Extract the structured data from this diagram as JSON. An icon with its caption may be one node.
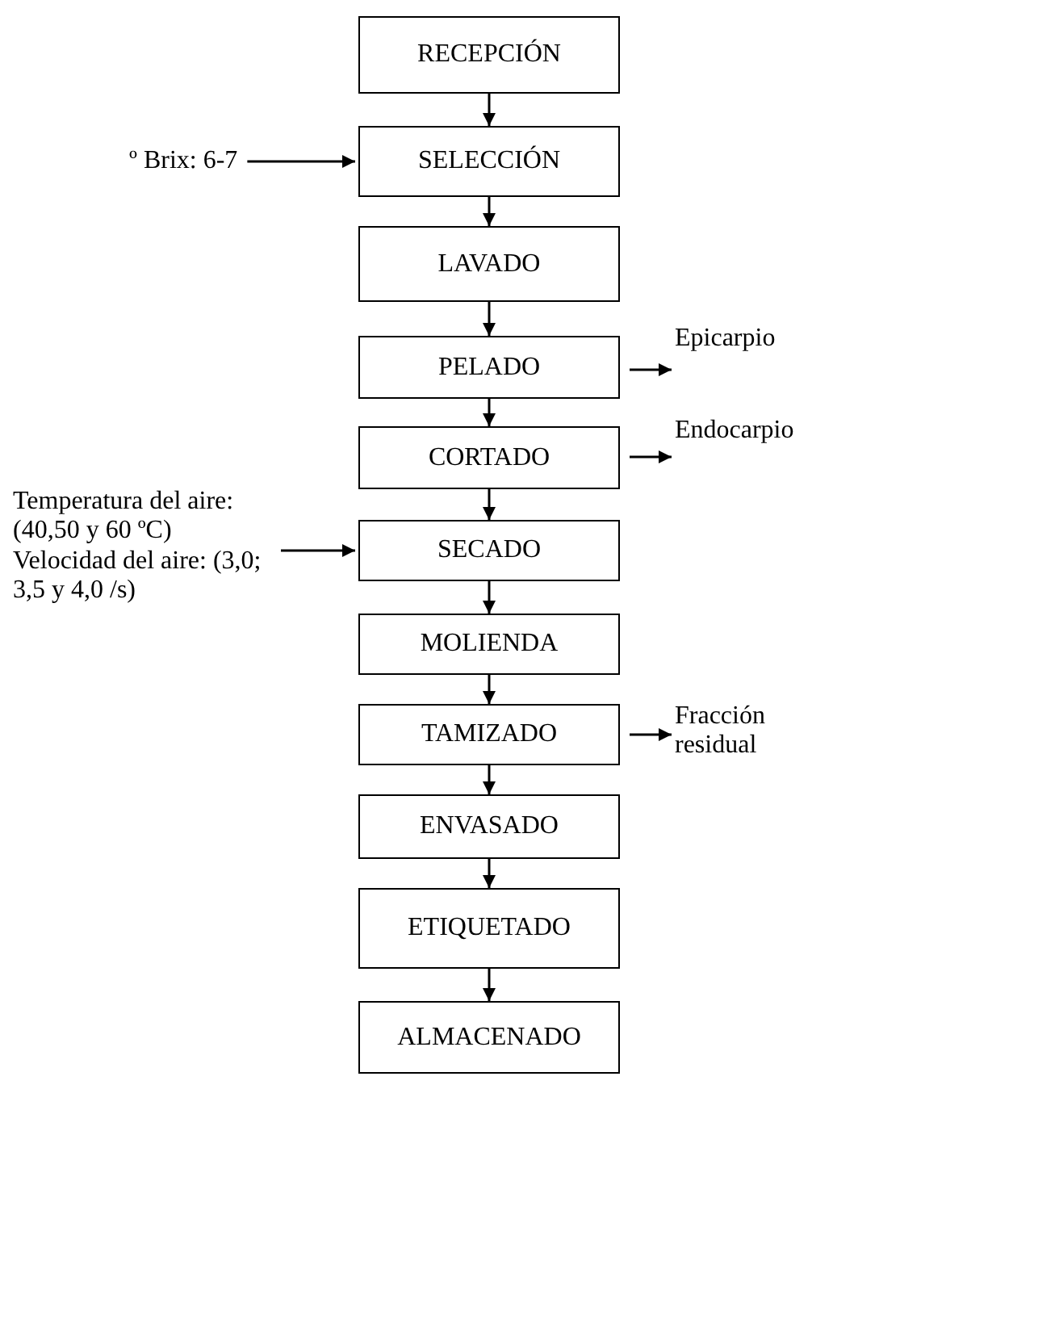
{
  "diagram": {
    "nodes": [
      {
        "text": [
          "RECEPCIÓN"
        ]
      },
      {
        "text": [
          "SELECCIÓN"
        ]
      },
      {
        "text": [
          "LAVADO"
        ]
      },
      {
        "text": [
          "PELADO"
        ]
      },
      {
        "text": [
          "CORTADO"
        ]
      },
      {
        "text": [
          "SECADO"
        ]
      },
      {
        "text": [
          "MOLIENDA"
        ]
      },
      {
        "text": [
          "TAMIZADO"
        ]
      },
      {
        "text": [
          "ENVASADO"
        ]
      },
      {
        "text": [
          "ETIQUETADO"
        ]
      },
      {
        "text": [
          "ALMACENADO"
        ]
      },
      {
        "text": [
          "º Brix: 6-7"
        ]
      },
      {
        "text": [
          "Temperatura del aire: (40,50 y 60 ºC)",
          "Velocidad del aire: (3,0; 3,5 y 4,0 /s)"
        ]
      },
      {
        "text": [
          "Epicarpio"
        ]
      },
      {
        "text": [
          "Endocarpio"
        ]
      },
      {
        "text": [
          "Fracción residual"
        ]
      }
    ],
    "edges": [
      {
        "from": 0,
        "to": 1,
        "arrow": "to"
      },
      {
        "from": 1,
        "to": 2,
        "arrow": "to"
      },
      {
        "from": 2,
        "to": 3,
        "arrow": "to"
      },
      {
        "from": 3,
        "to": 4,
        "arrow": "to"
      },
      {
        "from": 4,
        "to": 5,
        "arrow": "to"
      },
      {
        "from": 5,
        "to": 6,
        "arrow": "to"
      },
      {
        "from": 6,
        "to": 7,
        "arrow": "to"
      },
      {
        "from": 7,
        "to": 8,
        "arrow": "to"
      },
      {
        "from": 8,
        "to": 9,
        "arrow": "to"
      },
      {
        "from": 9,
        "to": 10,
        "arrow": "to"
      },
      {
        "from": 11,
        "to": 1,
        "arrow": "to"
      },
      {
        "from": 3,
        "to": 13,
        "arrow": "to"
      },
      {
        "from": 4,
        "to": 14,
        "arrow": "to"
      },
      {
        "from": 12,
        "to": 5,
        "arrow": "to"
      },
      {
        "from": 7,
        "to": 15,
        "arrow": "to"
      }
    ]
  }
}
